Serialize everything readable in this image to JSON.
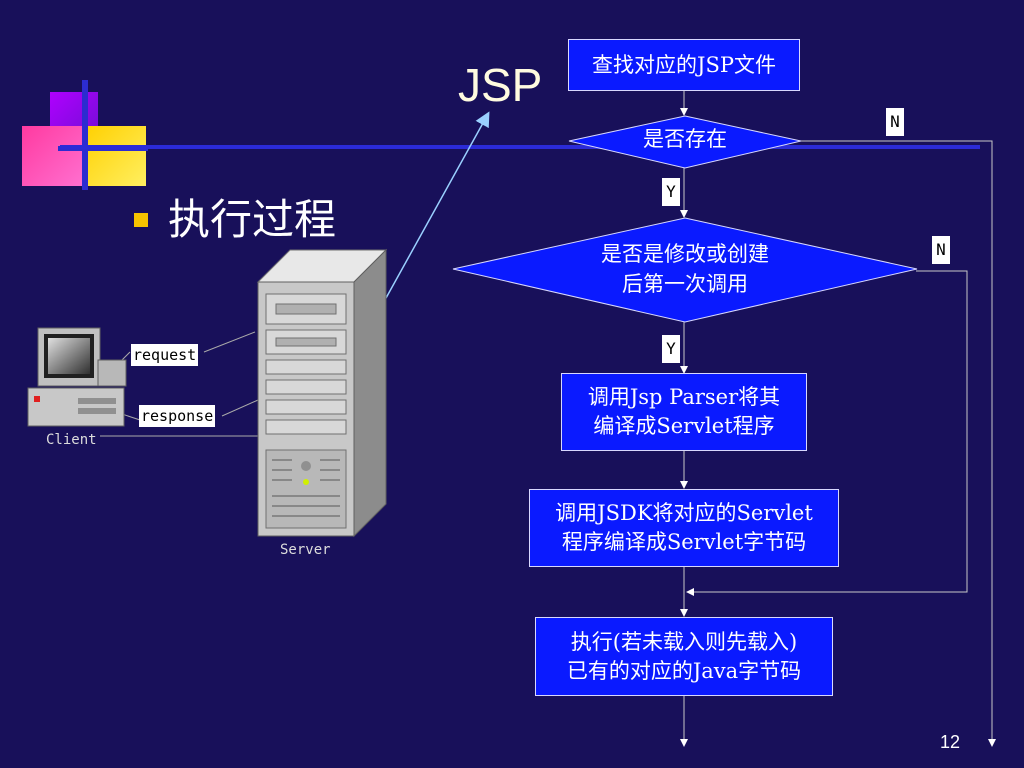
{
  "slide": {
    "title": "JSP",
    "bullet": "执行过程",
    "page_number": "12"
  },
  "devices": {
    "client_caption": "Client",
    "server_caption": "Server",
    "request_label": "request",
    "response_label": "response"
  },
  "flow": {
    "step_find": "查找对应的JSP文件",
    "decision_exists": "是否存在",
    "decision_modified_line1": "是否是修改或创建",
    "decision_modified_line2": "后第一次调用",
    "step_parse_line1": "调用Jsp Parser将其",
    "step_parse_line2": "编译成Servlet程序",
    "step_compile_line1": "调用JSDK将对应的Servlet",
    "step_compile_line2": "程序编译成Servlet字节码",
    "step_exec_line1": "执行(若未载入则先载入)",
    "step_exec_line2": "已有的对应的Java字节码",
    "yes_label": "Y",
    "no_label": "N"
  },
  "colors": {
    "background": "#18105a",
    "box_fill": "#0a1aff",
    "bullet": "#f6c400"
  }
}
